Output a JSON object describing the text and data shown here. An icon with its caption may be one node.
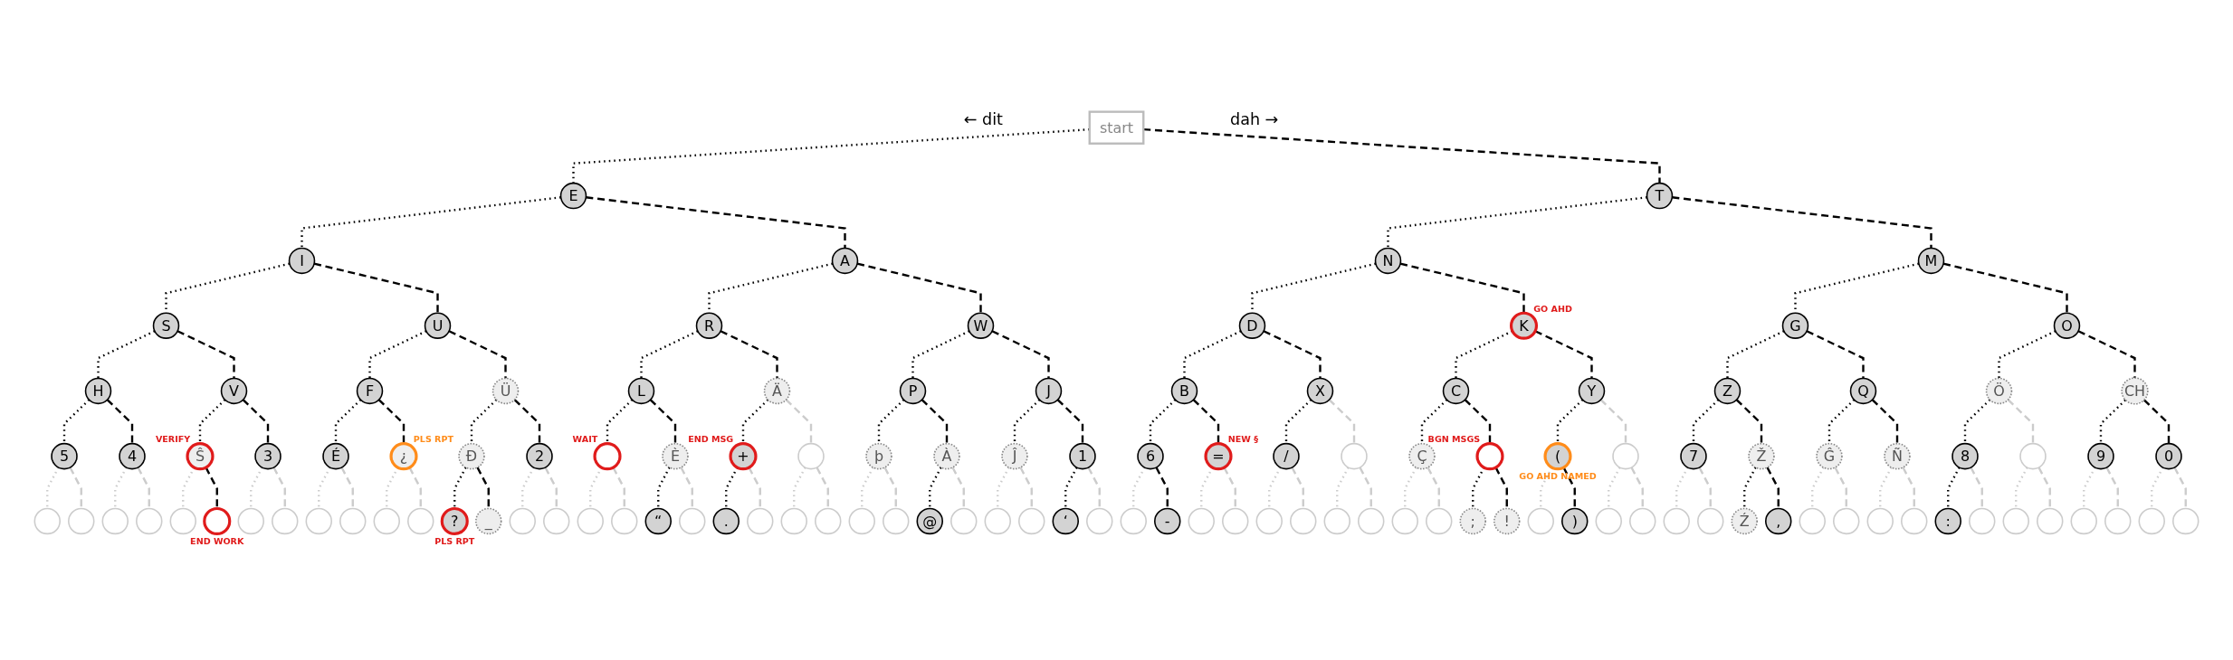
{
  "diagram": {
    "nodes": [
      {
        "text": [
          "start"
        ]
      },
      {
        "text": [
          "E"
        ]
      },
      {
        "text": [
          "T"
        ]
      },
      {
        "text": [
          "I"
        ]
      },
      {
        "text": [
          "A"
        ]
      },
      {
        "text": [
          "N"
        ]
      },
      {
        "text": [
          "M"
        ]
      },
      {
        "text": [
          "S"
        ]
      },
      {
        "text": [
          "U"
        ]
      },
      {
        "text": [
          "R"
        ]
      },
      {
        "text": [
          "W"
        ]
      },
      {
        "text": [
          "D"
        ]
      },
      {
        "text": [
          "K"
        ],
        "beside": [
          "GO AHD"
        ]
      },
      {
        "text": [
          "G"
        ]
      },
      {
        "text": [
          "O"
        ]
      },
      {
        "text": [
          "H"
        ]
      },
      {
        "text": [
          "V"
        ]
      },
      {
        "text": [
          "F"
        ]
      },
      {
        "text": [
          "Ü"
        ]
      },
      {
        "text": [
          "L"
        ]
      },
      {
        "text": [
          "Ä"
        ]
      },
      {
        "text": [
          "P"
        ]
      },
      {
        "text": [
          "J"
        ]
      },
      {
        "text": [
          "B"
        ]
      },
      {
        "text": [
          "X"
        ]
      },
      {
        "text": [
          "C"
        ]
      },
      {
        "text": [
          "Y"
        ]
      },
      {
        "text": [
          "Z"
        ]
      },
      {
        "text": [
          "Q"
        ]
      },
      {
        "text": [
          "Ö"
        ]
      },
      {
        "text": [
          "CH"
        ]
      },
      {
        "text": [
          "5"
        ]
      },
      {
        "text": [
          "4"
        ]
      },
      {
        "text": [
          "Ŝ"
        ],
        "beside": [
          "VERIFY"
        ]
      },
      {
        "text": [
          "3"
        ]
      },
      {
        "text": [
          "É"
        ]
      },
      {
        "text": [
          "¿"
        ],
        "beside": [
          "PLS RPT"
        ]
      },
      {
        "text": [
          "Đ"
        ]
      },
      {
        "text": [
          "2"
        ]
      },
      {
        "text": [],
        "shape": "circle",
        "beside": [
          "WAIT"
        ]
      },
      {
        "text": [
          "È"
        ]
      },
      {
        "text": [
          "+"
        ],
        "beside": [
          "END MSG"
        ]
      },
      {
        "text": [],
        "shape": "circle"
      },
      {
        "text": [
          "þ"
        ]
      },
      {
        "text": [
          "À"
        ]
      },
      {
        "text": [
          "Ĵ"
        ]
      },
      {
        "text": [
          "1"
        ]
      },
      {
        "text": [
          "6"
        ]
      },
      {
        "text": [
          "="
        ],
        "beside": [
          "NEW §"
        ]
      },
      {
        "text": [
          "/"
        ]
      },
      {
        "text": [],
        "shape": "circle"
      },
      {
        "text": [
          "Ç"
        ]
      },
      {
        "text": [],
        "shape": "circle",
        "beside": [
          "BGN MSGS"
        ]
      },
      {
        "text": [
          "("
        ],
        "beside": [
          "GO AHD NAMED"
        ]
      },
      {
        "text": [],
        "shape": "circle"
      },
      {
        "text": [
          "7"
        ]
      },
      {
        "text": [
          "Ž"
        ]
      },
      {
        "text": [
          "Ĝ"
        ]
      },
      {
        "text": [
          "Ñ"
        ]
      },
      {
        "text": [
          "8"
        ]
      },
      {
        "text": [],
        "shape": "circle"
      },
      {
        "text": [
          "9"
        ]
      },
      {
        "text": [
          "0"
        ]
      },
      {
        "text": [],
        "shape": "circle"
      },
      {
        "text": [],
        "shape": "circle"
      },
      {
        "text": [],
        "shape": "circle"
      },
      {
        "text": [],
        "shape": "circle"
      },
      {
        "text": [],
        "shape": "circle"
      },
      {
        "text": [],
        "shape": "circle",
        "beside": [
          "END WORK"
        ]
      },
      {
        "text": [],
        "shape": "circle"
      },
      {
        "text": [],
        "shape": "circle"
      },
      {
        "text": [],
        "shape": "circle"
      },
      {
        "text": [],
        "shape": "circle"
      },
      {
        "text": [],
        "shape": "circle"
      },
      {
        "text": [],
        "shape": "circle"
      },
      {
        "text": [
          "?"
        ],
        "beside": [
          "PLS RPT"
        ]
      },
      {
        "text": [
          "_"
        ]
      },
      {
        "text": [],
        "shape": "circle"
      },
      {
        "text": [],
        "shape": "circle"
      },
      {
        "text": [],
        "shape": "circle"
      },
      {
        "text": [],
        "shape": "circle"
      },
      {
        "text": [
          "“"
        ]
      },
      {
        "text": [],
        "shape": "circle"
      },
      {
        "text": [
          "."
        ]
      },
      {
        "text": [],
        "shape": "circle"
      },
      {
        "text": [],
        "shape": "circle"
      },
      {
        "text": [],
        "shape": "circle"
      },
      {
        "text": [],
        "shape": "circle"
      },
      {
        "text": [],
        "shape": "circle"
      },
      {
        "text": [
          "@"
        ]
      },
      {
        "text": [],
        "shape": "circle"
      },
      {
        "text": [],
        "shape": "circle"
      },
      {
        "text": [],
        "shape": "circle"
      },
      {
        "text": [
          "‘"
        ]
      },
      {
        "text": [],
        "shape": "circle"
      },
      {
        "text": [],
        "shape": "circle"
      },
      {
        "text": [
          "-"
        ]
      },
      {
        "text": [],
        "shape": "circle"
      },
      {
        "text": [],
        "shape": "circle"
      },
      {
        "text": [],
        "shape": "circle"
      },
      {
        "text": [],
        "shape": "circle"
      },
      {
        "text": [],
        "shape": "circle"
      },
      {
        "text": [],
        "shape": "circle"
      },
      {
        "text": [],
        "shape": "circle"
      },
      {
        "text": [],
        "shape": "circle"
      },
      {
        "text": [
          ";"
        ]
      },
      {
        "text": [
          "!"
        ]
      },
      {
        "text": [],
        "shape": "circle"
      },
      {
        "text": [
          ")"
        ]
      },
      {
        "text": [],
        "shape": "circle"
      },
      {
        "text": [],
        "shape": "circle"
      },
      {
        "text": [],
        "shape": "circle"
      },
      {
        "text": [],
        "shape": "circle"
      },
      {
        "text": [
          "Ź"
        ]
      },
      {
        "text": [
          ","
        ]
      },
      {
        "text": [],
        "shape": "circle"
      },
      {
        "text": [],
        "shape": "circle"
      },
      {
        "text": [],
        "shape": "circle"
      },
      {
        "text": [],
        "shape": "circle"
      },
      {
        "text": [
          ":"
        ]
      },
      {
        "text": [],
        "shape": "circle"
      },
      {
        "text": [],
        "shape": "circle"
      },
      {
        "text": [],
        "shape": "circle"
      },
      {
        "text": [],
        "shape": "circle"
      },
      {
        "text": [],
        "shape": "circle"
      },
      {
        "text": [],
        "shape": "circle"
      },
      {
        "text": [],
        "shape": "circle"
      }
    ],
    "edges": [
      {
        "from": 0,
        "to": 1,
        "arrow": "none"
      },
      {
        "from": 0,
        "to": 2,
        "arrow": "none",
        "style": "dashed"
      },
      {
        "from": 1,
        "to": 3,
        "arrow": "none"
      },
      {
        "from": 1,
        "to": 4,
        "arrow": "none",
        "style": "dashed"
      },
      {
        "from": 2,
        "to": 5,
        "arrow": "none"
      },
      {
        "from": 2,
        "to": 6,
        "arrow": "none",
        "style": "dashed"
      },
      {
        "from": 3,
        "to": 7,
        "arrow": "none"
      },
      {
        "from": 3,
        "to": 8,
        "arrow": "none",
        "style": "dashed"
      },
      {
        "from": 4,
        "to": 9,
        "arrow": "none"
      },
      {
        "from": 4,
        "to": 10,
        "arrow": "none",
        "style": "dashed"
      },
      {
        "from": 5,
        "to": 11,
        "arrow": "none"
      },
      {
        "from": 5,
        "to": 12,
        "arrow": "none",
        "style": "dashed"
      },
      {
        "from": 6,
        "to": 13,
        "arrow": "none"
      },
      {
        "from": 6,
        "to": 14,
        "arrow": "none",
        "style": "dashed"
      },
      {
        "from": 7,
        "to": 15,
        "arrow": "none"
      },
      {
        "from": 7,
        "to": 16,
        "arrow": "none",
        "style": "dashed"
      },
      {
        "from": 8,
        "to": 17,
        "arrow": "none"
      },
      {
        "from": 8,
        "to": 18,
        "arrow": "none",
        "style": "dashed"
      },
      {
        "from": 9,
        "to": 19,
        "arrow": "none"
      },
      {
        "from": 9,
        "to": 20,
        "arrow": "none",
        "style": "dashed"
      },
      {
        "from": 10,
        "to": 21,
        "arrow": "none"
      },
      {
        "from": 10,
        "to": 22,
        "arrow": "none",
        "style": "dashed"
      },
      {
        "from": 11,
        "to": 23,
        "arrow": "none"
      },
      {
        "from": 11,
        "to": 24,
        "arrow": "none",
        "style": "dashed"
      },
      {
        "from": 12,
        "to": 25,
        "arrow": "none"
      },
      {
        "from": 12,
        "to": 26,
        "arrow": "none",
        "style": "dashed"
      },
      {
        "from": 13,
        "to": 27,
        "arrow": "none"
      },
      {
        "from": 13,
        "to": 28,
        "arrow": "none",
        "style": "dashed"
      },
      {
        "from": 14,
        "to": 29,
        "arrow": "none"
      },
      {
        "from": 14,
        "to": 30,
        "arrow": "none",
        "style": "dashed"
      },
      {
        "from": 15,
        "to": 31,
        "arrow": "none"
      },
      {
        "from": 15,
        "to": 32,
        "arrow": "none",
        "style": "dashed"
      },
      {
        "from": 16,
        "to": 33,
        "arrow": "none"
      },
      {
        "from": 16,
        "to": 34,
        "arrow": "none",
        "style": "dashed"
      },
      {
        "from": 17,
        "to": 35,
        "arrow": "none"
      },
      {
        "from": 17,
        "to": 36,
        "arrow": "none",
        "style": "dashed"
      },
      {
        "from": 18,
        "to": 37,
        "arrow": "none"
      },
      {
        "from": 18,
        "to": 38,
        "arrow": "none",
        "style": "dashed"
      },
      {
        "from": 19,
        "to": 39,
        "arrow": "none"
      },
      {
        "from": 19,
        "to": 40,
        "arrow": "none",
        "style": "dashed"
      },
      {
        "from": 20,
        "to": 41,
        "arrow": "none"
      },
      {
        "from": 20,
        "to": 42,
        "arrow": "none",
        "style": "dashed",
        "color": "#cccccc"
      },
      {
        "from": 21,
        "to": 43,
        "arrow": "none"
      },
      {
        "from": 21,
        "to": 44,
        "arrow": "none",
        "style": "dashed"
      },
      {
        "from": 22,
        "to": 45,
        "arrow": "none"
      },
      {
        "from": 22,
        "to": 46,
        "arrow": "none",
        "style": "dashed"
      },
      {
        "from": 23,
        "to": 47,
        "arrow": "none"
      },
      {
        "from": 23,
        "to": 48,
        "arrow": "none",
        "style": "dashed"
      },
      {
        "from": 24,
        "to": 49,
        "arrow": "none"
      },
      {
        "from": 24,
        "to": 50,
        "arrow": "none",
        "style": "dashed",
        "color": "#cccccc"
      },
      {
        "from": 25,
        "to": 51,
        "arrow": "none"
      },
      {
        "from": 25,
        "to": 52,
        "arrow": "none",
        "style": "dashed"
      },
      {
        "from": 26,
        "to": 53,
        "arrow": "none"
      },
      {
        "from": 26,
        "to": 54,
        "arrow": "none",
        "style": "dashed",
        "color": "#cccccc"
      },
      {
        "from": 27,
        "to": 55,
        "arrow": "none"
      },
      {
        "from": 27,
        "to": 56,
        "arrow": "none",
        "style": "dashed"
      },
      {
        "from": 28,
        "to": 57,
        "arrow": "none"
      },
      {
        "from": 28,
        "to": 58,
        "arrow": "none",
        "style": "dashed"
      },
      {
        "from": 29,
        "to": 59,
        "arrow": "none"
      },
      {
        "from": 29,
        "to": 60,
        "arrow": "none",
        "style": "dashed",
        "color": "#cccccc"
      },
      {
        "from": 30,
        "to": 61,
        "arrow": "none"
      },
      {
        "from": 30,
        "to": 62,
        "arrow": "none",
        "style": "dashed"
      },
      {
        "from": 31,
        "to": 63,
        "arrow": "none",
        "color": "#cccccc"
      },
      {
        "from": 31,
        "to": 64,
        "arrow": "none",
        "style": "dashed",
        "color": "#cccccc"
      },
      {
        "from": 32,
        "to": 65,
        "arrow": "none",
        "color": "#cccccc"
      },
      {
        "from": 32,
        "to": 66,
        "arrow": "none",
        "style": "dashed",
        "color": "#cccccc"
      },
      {
        "from": 33,
        "to": 67,
        "arrow": "none",
        "color": "#cccccc"
      },
      {
        "from": 33,
        "to": 68,
        "arrow": "none",
        "style": "dashed"
      },
      {
        "from": 34,
        "to": 69,
        "arrow": "none",
        "color": "#cccccc"
      },
      {
        "from": 34,
        "to": 70,
        "arrow": "none",
        "style": "dashed",
        "color": "#cccccc"
      },
      {
        "from": 35,
        "to": 71,
        "arrow": "none",
        "color": "#cccccc"
      },
      {
        "from": 35,
        "to": 72,
        "arrow": "none",
        "style": "dashed",
        "color": "#cccccc"
      },
      {
        "from": 36,
        "to": 73,
        "arrow": "none",
        "color": "#cccccc"
      },
      {
        "from": 36,
        "to": 74,
        "arrow": "none",
        "style": "dashed",
        "color": "#cccccc"
      },
      {
        "from": 37,
        "to": 75,
        "arrow": "none"
      },
      {
        "from": 37,
        "to": 76,
        "arrow": "none",
        "style": "dashed"
      },
      {
        "from": 38,
        "to": 77,
        "arrow": "none",
        "color": "#cccccc"
      },
      {
        "from": 38,
        "to": 78,
        "arrow": "none",
        "style": "dashed",
        "color": "#cccccc"
      },
      {
        "from": 39,
        "to": 79,
        "arrow": "none",
        "color": "#cccccc"
      },
      {
        "from": 39,
        "to": 80,
        "arrow": "none",
        "style": "dashed",
        "color": "#cccccc"
      },
      {
        "from": 40,
        "to": 81,
        "arrow": "none"
      },
      {
        "from": 40,
        "to": 82,
        "arrow": "none",
        "style": "dashed",
        "color": "#cccccc"
      },
      {
        "from": 41,
        "to": 83,
        "arrow": "none"
      },
      {
        "from": 41,
        "to": 84,
        "arrow": "none",
        "style": "dashed",
        "color": "#cccccc"
      },
      {
        "from": 42,
        "to": 85,
        "arrow": "none",
        "color": "#cccccc"
      },
      {
        "from": 42,
        "to": 86,
        "arrow": "none",
        "style": "dashed",
        "color": "#cccccc"
      },
      {
        "from": 43,
        "to": 87,
        "arrow": "none",
        "color": "#cccccc"
      },
      {
        "from": 43,
        "to": 88,
        "arrow": "none",
        "style": "dashed",
        "color": "#cccccc"
      },
      {
        "from": 44,
        "to": 89,
        "arrow": "none"
      },
      {
        "from": 44,
        "to": 90,
        "arrow": "none",
        "style": "dashed",
        "color": "#cccccc"
      },
      {
        "from": 45,
        "to": 91,
        "arrow": "none",
        "color": "#cccccc"
      },
      {
        "from": 45,
        "to": 92,
        "arrow": "none",
        "style": "dashed",
        "color": "#cccccc"
      },
      {
        "from": 46,
        "to": 93,
        "arrow": "none"
      },
      {
        "from": 46,
        "to": 94,
        "arrow": "none",
        "style": "dashed",
        "color": "#cccccc"
      },
      {
        "from": 47,
        "to": 95,
        "arrow": "none",
        "color": "#cccccc"
      },
      {
        "from": 47,
        "to": 96,
        "arrow": "none",
        "style": "dashed"
      },
      {
        "from": 48,
        "to": 97,
        "arrow": "none",
        "color": "#cccccc"
      },
      {
        "from": 48,
        "to": 98,
        "arrow": "none",
        "style": "dashed",
        "color": "#cccccc"
      },
      {
        "from": 49,
        "to": 99,
        "arrow": "none",
        "color": "#cccccc"
      },
      {
        "from": 49,
        "to": 100,
        "arrow": "none",
        "style": "dashed",
        "color": "#cccccc"
      },
      {
        "from": 50,
        "to": 101,
        "arrow": "none",
        "color": "#cccccc"
      },
      {
        "from": 50,
        "to": 102,
        "arrow": "none",
        "style": "dashed",
        "color": "#cccccc"
      },
      {
        "from": 51,
        "to": 103,
        "arrow": "none",
        "color": "#cccccc"
      },
      {
        "from": 51,
        "to": 104,
        "arrow": "none",
        "style": "dashed",
        "color": "#cccccc"
      },
      {
        "from": 52,
        "to": 105,
        "arrow": "none"
      },
      {
        "from": 52,
        "to": 106,
        "arrow": "none",
        "style": "dashed"
      },
      {
        "from": 53,
        "to": 107,
        "arrow": "none",
        "color": "#cccccc"
      },
      {
        "from": 53,
        "to": 108,
        "arrow": "none",
        "style": "dashed"
      },
      {
        "from": 54,
        "to": 109,
        "arrow": "none",
        "color": "#cccccc"
      },
      {
        "from": 54,
        "to": 110,
        "arrow": "none",
        "style": "dashed",
        "color": "#cccccc"
      },
      {
        "from": 55,
        "to": 111,
        "arrow": "none",
        "color": "#cccccc"
      },
      {
        "from": 55,
        "to": 112,
        "arrow": "none",
        "style": "dashed",
        "color": "#cccccc"
      },
      {
        "from": 56,
        "to": 113,
        "arrow": "none"
      },
      {
        "from": 56,
        "to": 114,
        "arrow": "none",
        "style": "dashed"
      },
      {
        "from": 57,
        "to": 115,
        "arrow": "none",
        "color": "#cccccc"
      },
      {
        "from": 57,
        "to": 116,
        "arrow": "none",
        "style": "dashed",
        "color": "#cccccc"
      },
      {
        "from": 58,
        "to": 117,
        "arrow": "none",
        "color": "#cccccc"
      },
      {
        "from": 58,
        "to": 118,
        "arrow": "none",
        "style": "dashed",
        "color": "#cccccc"
      },
      {
        "from": 59,
        "to": 119,
        "arrow": "none"
      },
      {
        "from": 59,
        "to": 120,
        "arrow": "none",
        "style": "dashed",
        "color": "#cccccc"
      },
      {
        "from": 60,
        "to": 121,
        "arrow": "none",
        "color": "#cccccc"
      },
      {
        "from": 60,
        "to": 122,
        "arrow": "none",
        "style": "dashed",
        "color": "#cccccc"
      },
      {
        "from": 61,
        "to": 123,
        "arrow": "none",
        "color": "#cccccc"
      },
      {
        "from": 61,
        "to": 124,
        "arrow": "none",
        "style": "dashed",
        "color": "#cccccc"
      },
      {
        "from": 62,
        "to": 125,
        "arrow": "none",
        "color": "#cccccc"
      },
      {
        "from": 62,
        "to": 126,
        "arrow": "none",
        "style": "dashed",
        "color": "#cccccc"
      }
    ],
    "labels": [
      "← dit",
      "dah →"
    ]
  }
}
